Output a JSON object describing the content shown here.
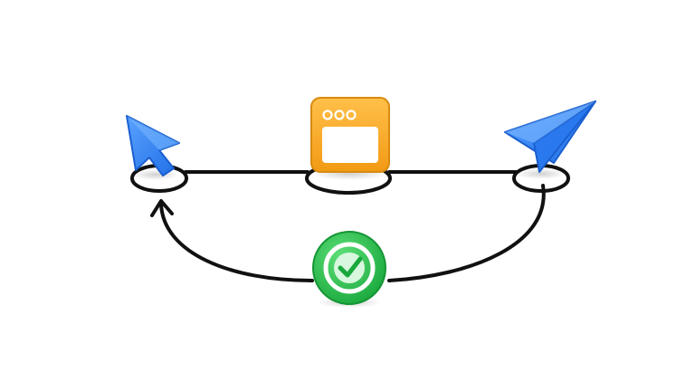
{
  "diagram": {
    "nodes": [
      {
        "id": "click",
        "icon": "cursor-arrow-icon",
        "color": "#3b82f6"
      },
      {
        "id": "window",
        "icon": "browser-window-icon",
        "color": "#f6a623"
      },
      {
        "id": "send",
        "icon": "paper-plane-icon",
        "color": "#3b82f6"
      }
    ],
    "loop_icon": {
      "icon": "check-badge-icon",
      "color": "#22c55e"
    },
    "line_color": "#111111"
  }
}
